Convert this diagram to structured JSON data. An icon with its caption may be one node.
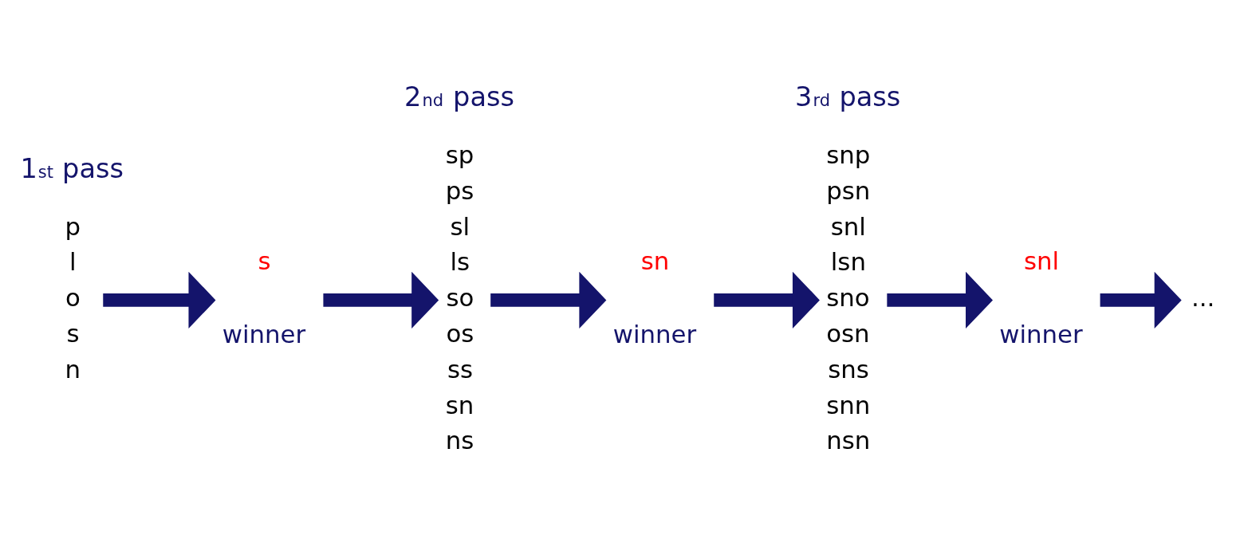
{
  "diagram": {
    "nodes": [
      {
        "text": [
          "p",
          "l",
          "o",
          "s",
          "n"
        ]
      },
      {
        "text": [
          "s"
        ],
        "beside": [
          "winner"
        ]
      },
      {
        "text": [
          "sp",
          "ps",
          "sl",
          "ls",
          "so",
          "os",
          "ss",
          "sn",
          "ns"
        ]
      },
      {
        "text": [
          "sn"
        ],
        "beside": [
          "winner"
        ]
      },
      {
        "text": [
          "snp",
          "psn",
          "snl",
          "lsn",
          "sno",
          "osn",
          "sns",
          "snn",
          "nsn"
        ]
      },
      {
        "text": [
          "snl"
        ],
        "beside": [
          "winner"
        ]
      },
      {
        "text": [
          "..."
        ]
      }
    ],
    "edges": [
      {
        "from": 0,
        "to": 1,
        "arrow": "to"
      },
      {
        "from": 1,
        "to": 2,
        "arrow": "to"
      },
      {
        "from": 2,
        "to": 3,
        "arrow": "to"
      },
      {
        "from": 3,
        "to": 4,
        "arrow": "to"
      },
      {
        "from": 4,
        "to": 5,
        "arrow": "to"
      },
      {
        "from": 5,
        "to": 6,
        "arrow": "to"
      }
    ],
    "labels": [
      "1$^{st}$ pass",
      "2$^{nd}$ pass",
      "3$^{rd}$ pass"
    ]
  }
}
